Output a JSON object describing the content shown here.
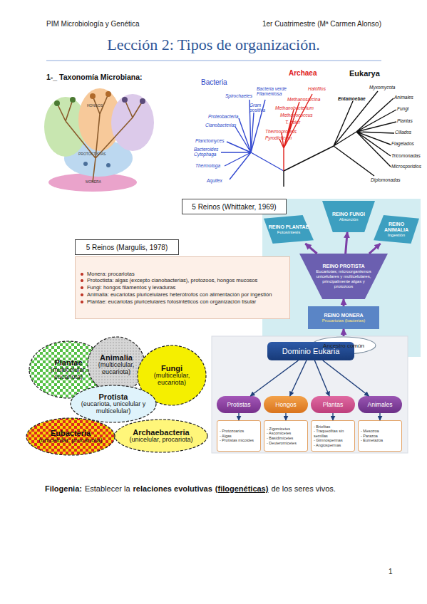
{
  "diagram": {
    "title": "Lección 2: Tipos de organización.",
    "nodes": [
      {
        "text": [
          "5 Reinos (Whittaker, 1969)"
        ]
      },
      {
        "text": [
          "REINO FUNGI",
          "Absorción"
        ]
      },
      {
        "text": [
          "REINO PLANTAE",
          "Fotosíntesis"
        ]
      },
      {
        "text": [
          "REINO ANIMALIA",
          "Ingestión"
        ]
      },
      {
        "text": [
          "REINO PROTISTA",
          "Eucariotas; microorganismos unicelulares y multicelulares, principalmente algas y protozoos"
        ]
      },
      {
        "text": [
          "REINO MONERA",
          "Procariotas (bacterias)"
        ]
      },
      {
        "text": [
          "Ancestro común"
        ]
      },
      {
        "text": [
          "5 Reinos (Margulis, 1978)"
        ]
      },
      {
        "text": [
          "Monera: procariotas",
          "Protoctista: algas (excepto cianobacterias), protozoos, hongos mucosos",
          "Fungi: hongos filamentos y levaduras",
          "Animalia: eucariotas pluricelulares heterótrofos con alimentación por ingestión",
          "Plantae: eucariotas pluricelulares fotosintéticos con organización tisular"
        ]
      },
      {
        "text": [
          "Plantae",
          "(multicelular, eucariota)"
        ]
      },
      {
        "text": [
          "Animalia",
          "(multicelular, eucariota)"
        ]
      },
      {
        "text": [
          "Fungi",
          "(multicelular, eucariota)"
        ]
      },
      {
        "text": [
          "Protista",
          "(eucariota, unicelular y multicelular)"
        ]
      },
      {
        "text": [
          "Eubacteria",
          "(unicelular, procariota)"
        ]
      },
      {
        "text": [
          "Archaebacteria",
          "(unicelular, procariota)"
        ]
      },
      {
        "text": [
          "Dominio Eukaria"
        ]
      },
      {
        "text": [
          "Protistas"
        ]
      },
      {
        "text": [
          "Hongos"
        ]
      },
      {
        "text": [
          "Plantas"
        ]
      },
      {
        "text": [
          "Animales"
        ]
      },
      {
        "text": [
          "- Protozoarios",
          "- Algas",
          "- Protistas micoides"
        ]
      },
      {
        "text": [
          "- Zigomicetes",
          "- Ascomicetes",
          "- Basidimicetes",
          "- Deuteromicetes"
        ]
      },
      {
        "text": [
          "- Briofitas",
          "- Traqueofitas sin semillas",
          "- Gimnospermas",
          "- Angiospermas"
        ]
      },
      {
        "text": [
          "- Mesozoa",
          "- Parazoa",
          "- Eumetazoa"
        ]
      }
    ],
    "edges": [
      {
        "from": 6,
        "to": 5,
        "arrow": "to"
      },
      {
        "from": 5,
        "to": 4,
        "arrow": "to"
      },
      {
        "from": 4,
        "to": 2,
        "arrow": "to"
      },
      {
        "from": 4,
        "to": 1,
        "arrow": "to"
      },
      {
        "from": 4,
        "to": 3,
        "arrow": "to"
      },
      {
        "from": 15,
        "to": 16,
        "arrow": "to"
      },
      {
        "from": 15,
        "to": 17,
        "arrow": "to"
      },
      {
        "from": 15,
        "to": 18,
        "arrow": "to"
      },
      {
        "from": 15,
        "to": 19,
        "arrow": "to"
      },
      {
        "from": 16,
        "to": 20,
        "arrow": "to"
      },
      {
        "from": 17,
        "to": 21,
        "arrow": "to"
      },
      {
        "from": 18,
        "to": 22,
        "arrow": "to"
      },
      {
        "from": 19,
        "to": 23,
        "arrow": "to"
      }
    ],
    "labels": [
      "PIM Microbiología y Genética",
      "1er Cuatrimestre (Mª Carmen Alonso)",
      "1-_ Taxonomía Microbiana:",
      "HONGOS",
      "PROTOCTISTAS",
      "MONERA",
      "Bacteria",
      "Archaea",
      "Eukarya",
      "Spirochaetes",
      "Bacteria verde Filamentosa",
      "Gram positiva",
      "Proteobacteria",
      "Cianobacterias",
      "Planctomyces",
      "Bacteroides Cytophaga",
      "Thermotoga",
      "Aquifex",
      "Halófilos",
      "Methanosarcina",
      "Methanobacterium",
      "Methanococcus",
      "T. celer",
      "Thermoproteus",
      "Pyrodicticum",
      "Myxomycota",
      "Entamoebae",
      "Animales",
      "Fungi",
      "Plantas",
      "Ciliados",
      "Flagelados",
      "Tricomonadas",
      "Microsporidios",
      "Diplomonadas",
      "Filogenia:",
      "Establecer la",
      "relaciones evolutivas",
      "(filogenéticas)",
      "de los seres vivos.",
      "1"
    ]
  }
}
